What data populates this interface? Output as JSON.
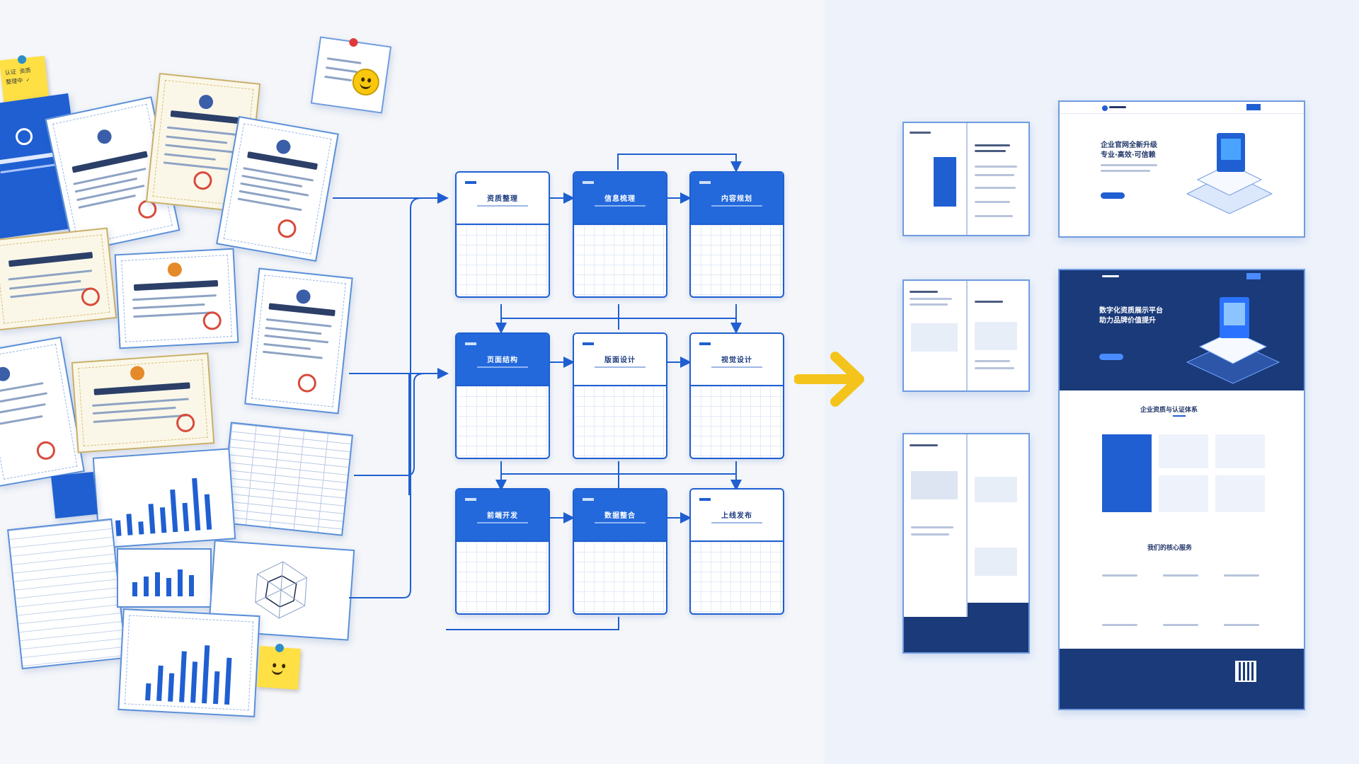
{
  "colors": {
    "primary": "#1f5fd1",
    "navy": "#1a3a7a",
    "accent": "#f4c41d",
    "grid": "#e3ebf8"
  },
  "sticky_note": {
    "text": "认证 资质\n整理中 ✓"
  },
  "icons": [
    "pin-icon",
    "smiley-icon",
    "right-arrow-icon",
    "qr-code-icon"
  ],
  "flow": {
    "cards": [
      {
        "label": "资质整理",
        "filled": false
      },
      {
        "label": "信息梳理",
        "filled": true
      },
      {
        "label": "内容规划",
        "filled": true
      },
      {
        "label": "页面结构",
        "filled": true
      },
      {
        "label": "版面设计",
        "filled": false
      },
      {
        "label": "视觉设计",
        "filled": false
      },
      {
        "label": "前端开发",
        "filled": true
      },
      {
        "label": "数据整合",
        "filled": true
      },
      {
        "label": "上线发布",
        "filled": false
      }
    ]
  },
  "website": {
    "hero_title_1": "企业官网全新升级",
    "hero_title_2": "专业·高效·可信赖",
    "dark_hero_title_1": "数字化资质展示平台",
    "dark_hero_title_2": "助力品牌价值提升",
    "section_1": "企业资质与认证体系",
    "section_2": "我们的核心服务"
  }
}
